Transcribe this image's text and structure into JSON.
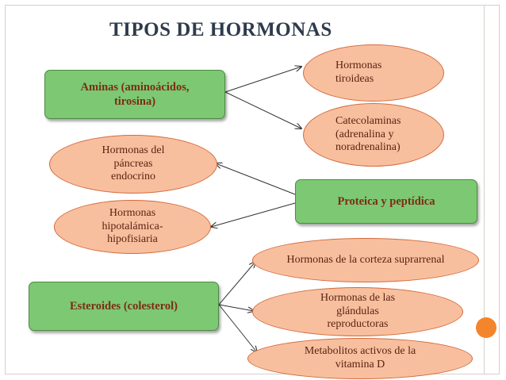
{
  "title": "TIPOS DE HORMONAS",
  "colors": {
    "box_fill": "#7dc873",
    "box_text": "#7b2d12",
    "oval_fill": "#f8bf9f",
    "oval_border": "#d46a3a",
    "title": "#2f3b4c",
    "accent": "#f4852c"
  },
  "boxes": {
    "aminas": "Aminas (aminoácidos, tirosina)",
    "proteica": "Proteica y peptídica",
    "esteroides": "Esteroides (colesterol)"
  },
  "ovals": {
    "tiroideas": "Hormonas tiroideas",
    "catecolaminas": "Catecolaminas (adrenalina y noradrenalina)",
    "pancreas": "Hormonas del páncreas endocrino",
    "hipotalamica": "Hormonas hipotalámica-hipofisiaria",
    "corteza": "Hormonas de la corteza suprarrenal",
    "glandulas": "Hormonas de las glándulas reproductoras",
    "vitamina": "Metabolitos activos de la vitamina D"
  }
}
